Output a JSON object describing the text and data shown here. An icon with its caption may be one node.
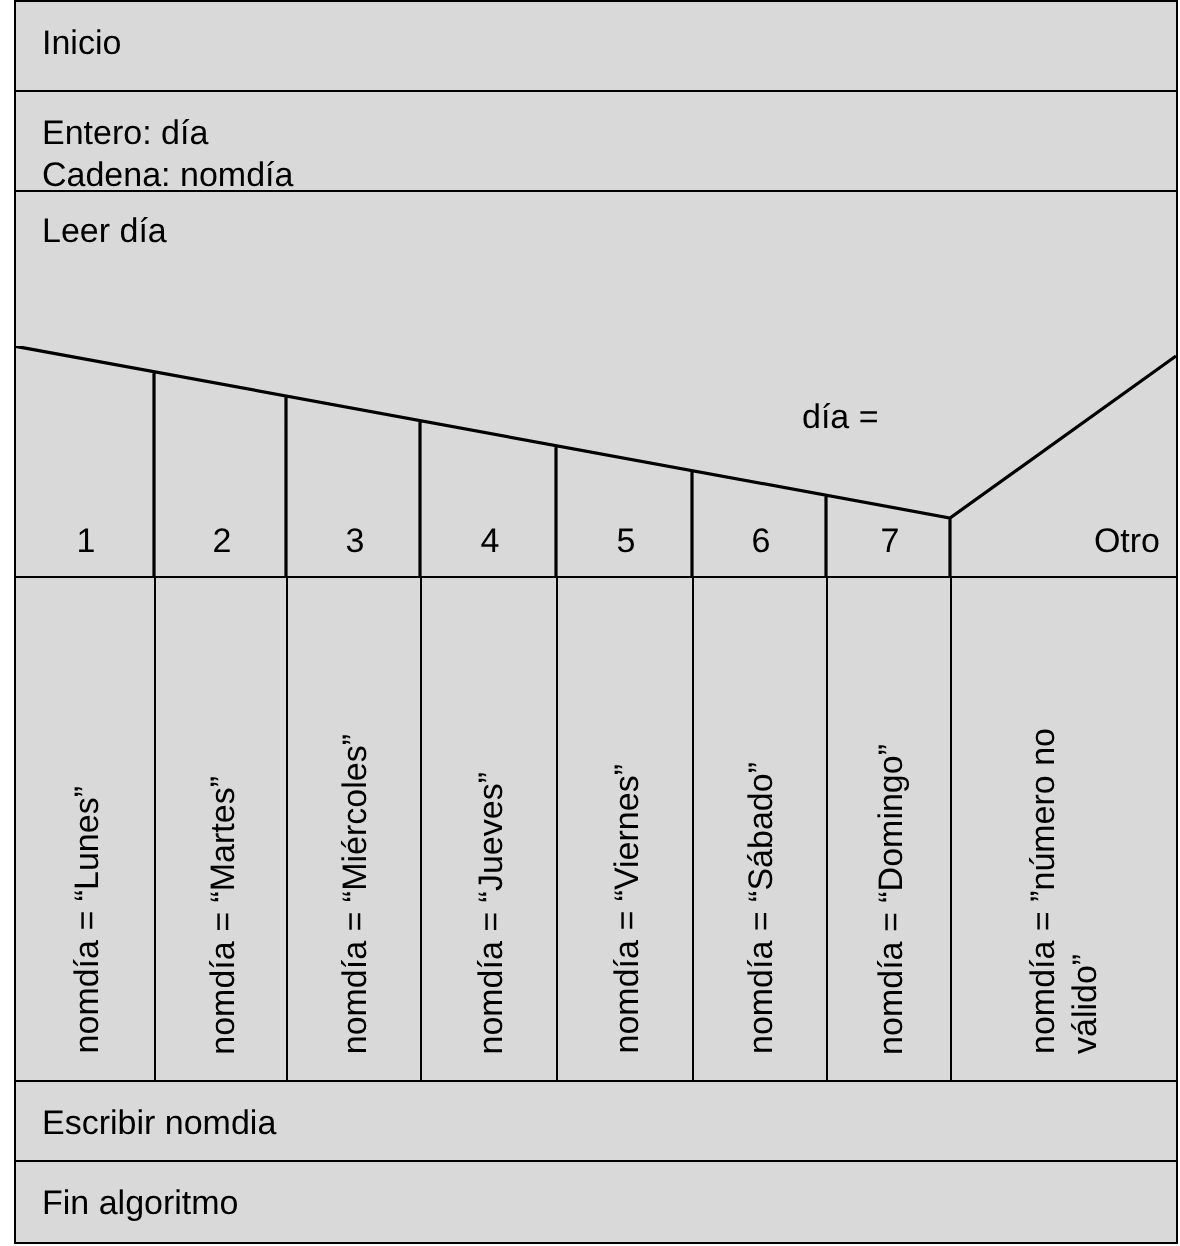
{
  "diagram": {
    "nodes": [
      {
        "text": [
          "Inicio"
        ]
      },
      {
        "text": [
          "Entero: día",
          "Cadena: nomdía"
        ]
      },
      {
        "text": [
          "Leer día"
        ]
      },
      {
        "text": [
          "día ="
        ]
      },
      {
        "text": [
          "1"
        ],
        "in": 3
      },
      {
        "text": [
          "2"
        ],
        "in": 3
      },
      {
        "text": [
          "3"
        ],
        "in": 3
      },
      {
        "text": [
          "4"
        ],
        "in": 3
      },
      {
        "text": [
          "5"
        ],
        "in": 3
      },
      {
        "text": [
          "6"
        ],
        "in": 3
      },
      {
        "text": [
          "7"
        ],
        "in": 3
      },
      {
        "text": [
          "Otro"
        ],
        "in": 3
      },
      {
        "text": [
          "nomdía = “Lunes”"
        ]
      },
      {
        "text": [
          "nomdía = “Martes”"
        ]
      },
      {
        "text": [
          "nomdía = “Miércoles”"
        ]
      },
      {
        "text": [
          "nomdía = “Jueves”"
        ]
      },
      {
        "text": [
          "nomdía = “Viernes”"
        ]
      },
      {
        "text": [
          "nomdía = “Sábado”"
        ]
      },
      {
        "text": [
          "nomdía = “Domingo”"
        ]
      },
      {
        "text": [
          "nomdía = ”número no válido”"
        ]
      },
      {
        "text": [
          "Escribir nomdia"
        ]
      },
      {
        "text": [
          "Fin algoritmo"
        ]
      }
    ],
    "edges": []
  }
}
